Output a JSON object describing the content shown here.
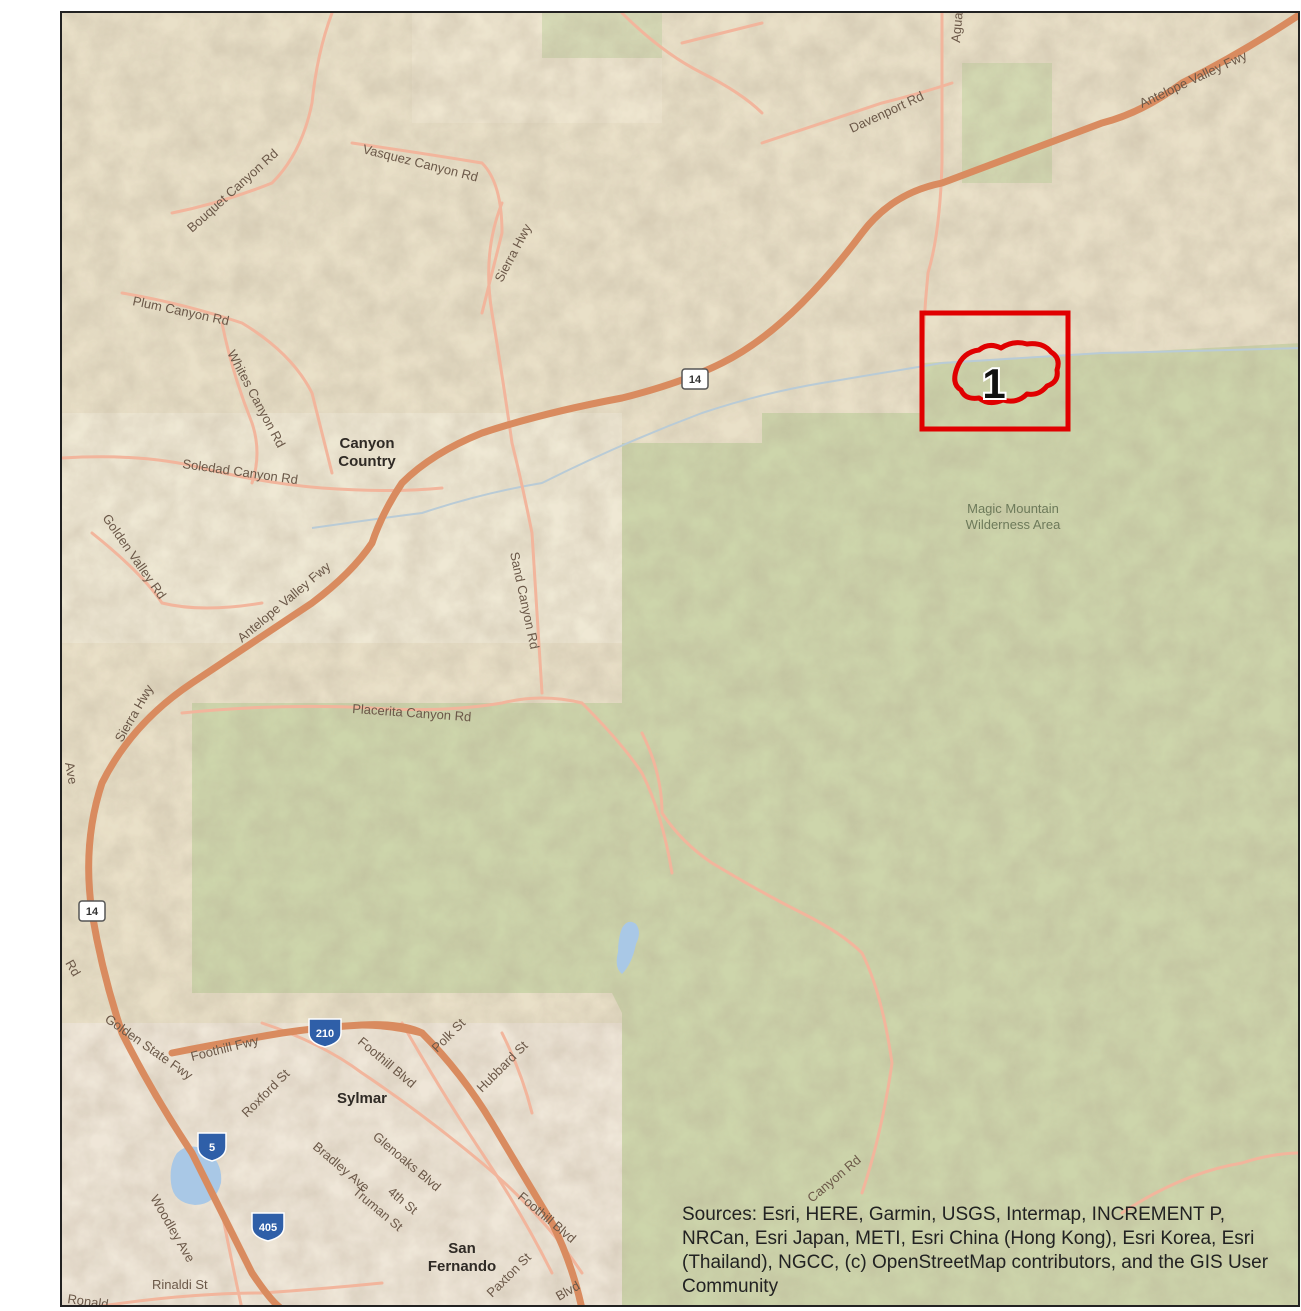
{
  "map": {
    "colors": {
      "terrain": "#e8dfc6",
      "forest": "#c9d2a5",
      "major_road": "#d98b5f",
      "minor_road": "#f2b59c",
      "water": "#a9c8e6",
      "marker": "#e00000"
    },
    "marker": {
      "label": "1"
    },
    "places": [
      {
        "name_line1": "Canyon",
        "name_line2": "Country"
      },
      {
        "name": "Sylmar"
      },
      {
        "name_line1": "San",
        "name_line2": "Fernando"
      }
    ],
    "park_label": {
      "line1": "Magic Mountain",
      "line2": "Wilderness Area"
    },
    "roads": {
      "antelope_valley_fwy_1": "Antelope Valley Fwy",
      "antelope_valley_fwy_2": "Antelope Valley Fwy",
      "golden_state_fwy": "Golden State Fwy",
      "foothill_fwy": "Foothill Fwy",
      "vasquez": "Vasquez Canyon Rd",
      "bouquet": "Bouquet Canyon Rd",
      "plum": "Plum Canyon Rd",
      "whites": "Whites Canyon Rd",
      "soledad": "Soledad Canyon Rd",
      "golden_valley": "Golden Valley Rd",
      "sierra_hwy_1": "Sierra Hwy",
      "sierra_hwy_2": "Sierra Hwy",
      "sand_canyon": "Sand Canyon Rd",
      "placerita": "Placerita Canyon Rd",
      "davenport": "Davenport Rd",
      "agua": "Agua",
      "roxford": "Roxford St",
      "foothill_blvd_1": "Foothill Blvd",
      "foothill_blvd_2": "Foothill Blvd",
      "polk": "Polk St",
      "hubbard": "Hubbard St",
      "glenoaks": "Glenoaks Blvd",
      "bradley": "Bradley Ave",
      "fourth": "4th St",
      "truman": "Truman St",
      "woodley": "Woodley Ave",
      "rinaldi": "Rinaldi St",
      "ronald": "Ronald",
      "paxton": "Paxton St",
      "blvd": "Blvd",
      "rd_left": "Rd",
      "ave_left": "Ave",
      "canyon_rd_bottom": "Canyon Rd"
    },
    "shields": {
      "sr14_a": "14",
      "sr14_b": "14",
      "i210": "210",
      "i5": "5",
      "i405": "405"
    }
  },
  "attribution": "Sources: Esri, HERE, Garmin, USGS, Intermap, INCREMENT P, NRCan, Esri Japan, METI, Esri China (Hong Kong), Esri Korea, Esri (Thailand), NGCC, (c) OpenStreetMap contributors, and the GIS User Community"
}
